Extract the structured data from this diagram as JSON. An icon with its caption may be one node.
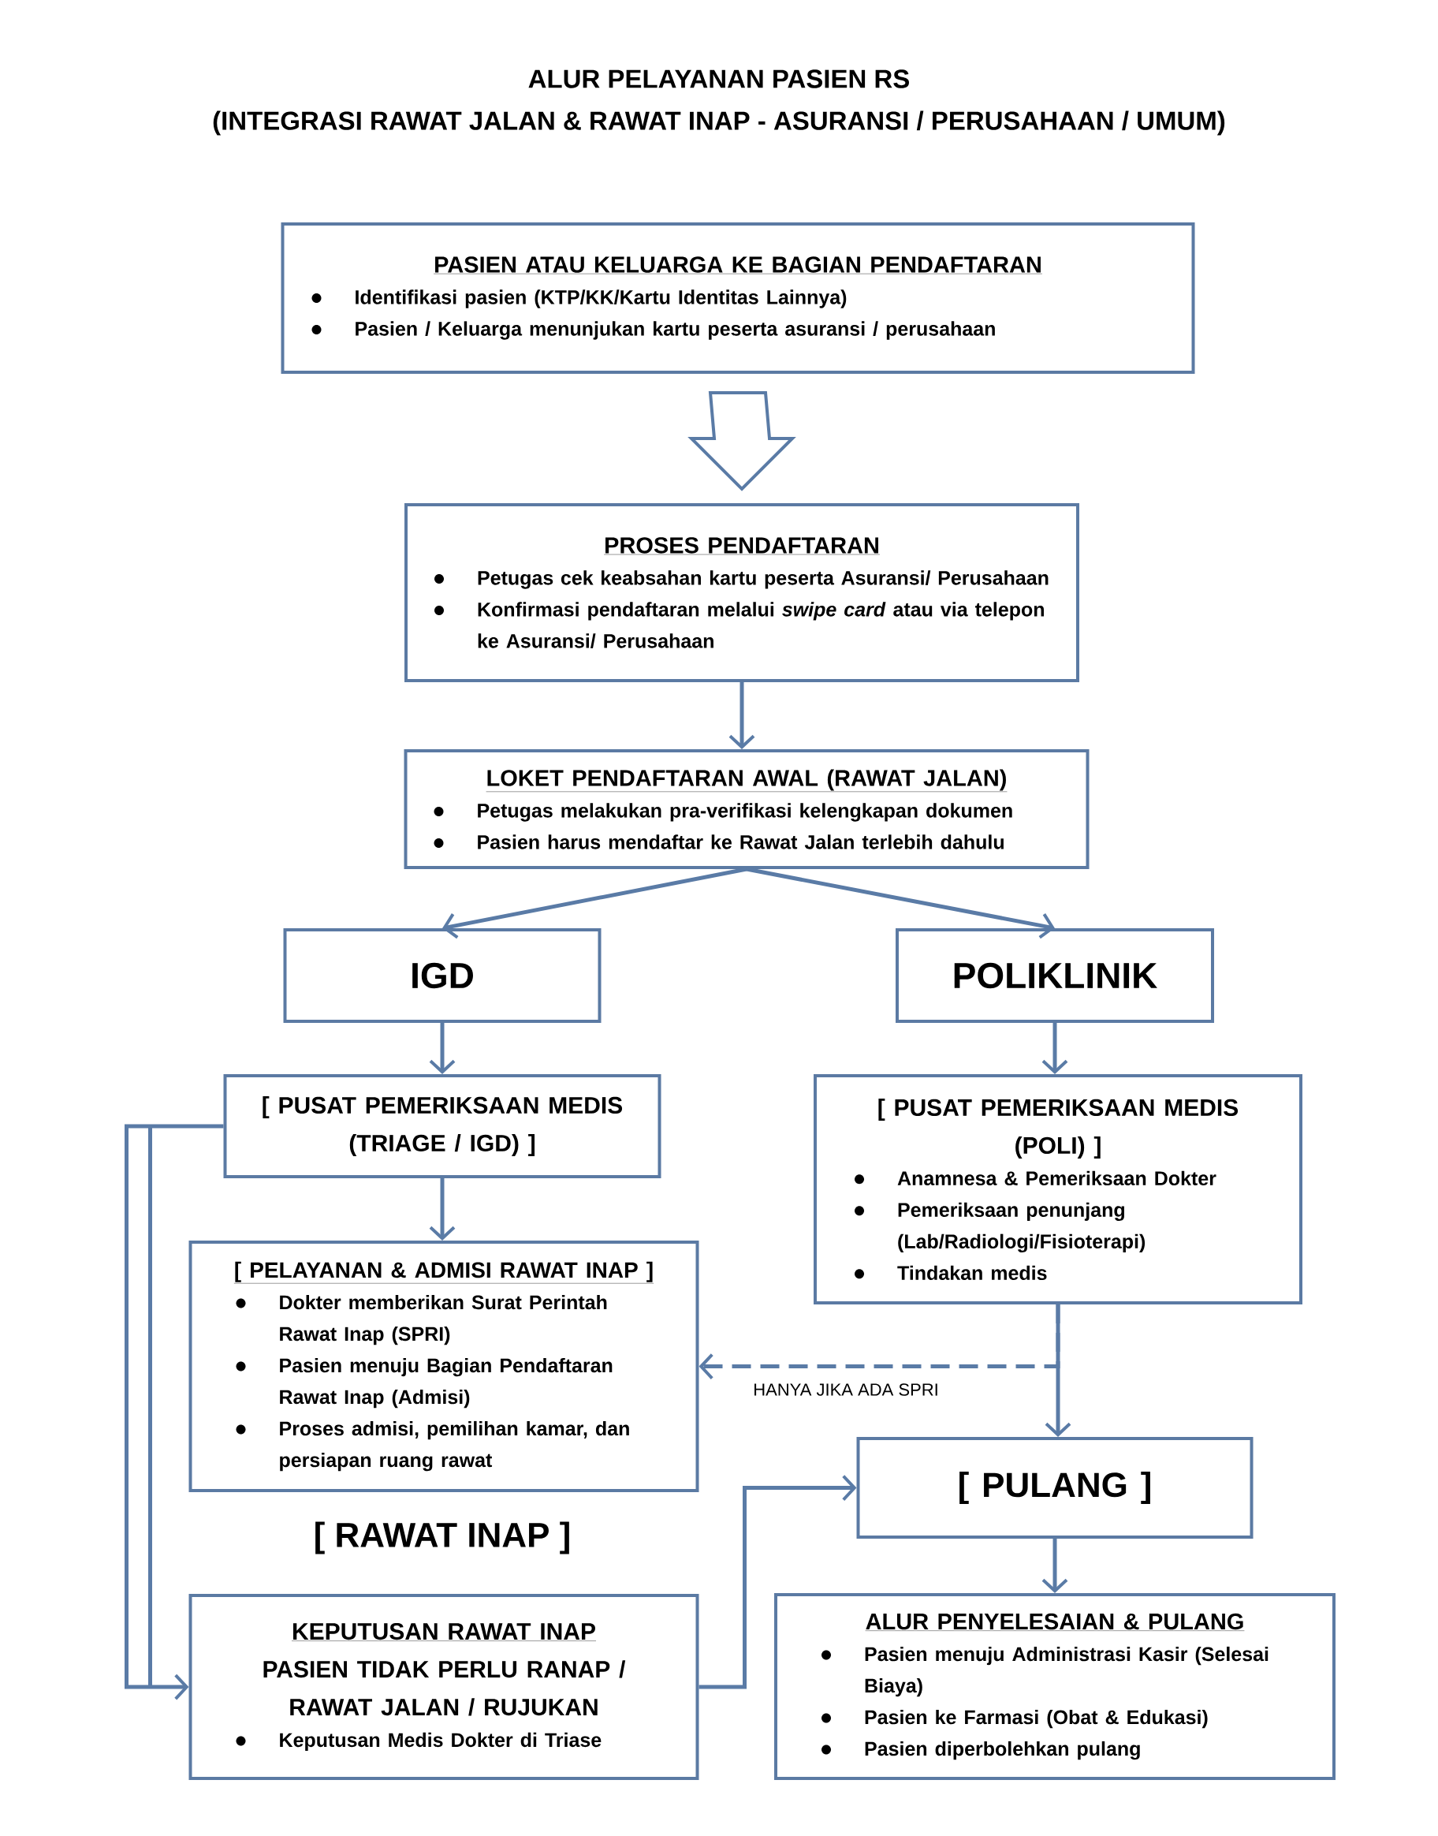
{
  "diagram": {
    "title": "ALUR PELAYANAN PASIEN RS",
    "nodes": [
      {
        "text": [
          "PASIEN ATAU KELUARGA KE BAGIAN PENDAFTARAN",
          "Identifikasi pasien (KTP/KK/Kartu Identitas Lainnya)",
          "Pasien / Keluarga menunjukan kartu peserta asuransi / perusahaan"
        ]
      },
      {
        "text": [
          "PROSES PENDAFTARAN",
          "Petugas cek keabsahan kartu peserta Asuransi/ Perusahaan",
          "Konfirmasi pendaftaran melalui *swipe card* atau via telepon ke Asuransi/ Perusahaan"
        ]
      },
      {
        "text": [
          "LOKET PENDAFTARAN AWAL (RAWAT JALAN)",
          "Petugas melakukan pra-verifikasi kelengkapan dokumen",
          "Pasien harus mendaftar ke Rawat Jalan terlebih dahulu"
        ]
      },
      {
        "text": [
          "IGD"
        ]
      },
      {
        "text": [
          "POLIKLINIK"
        ]
      },
      {
        "text": [
          "[ PUSAT PEMERIKSAAN MEDIS (TRIAGE / IGD) ]"
        ]
      },
      {
        "text": [
          "[ PUSAT PEMERIKSAAN MEDIS (POLI) ]",
          "Anamnesa & Pemeriksaan Dokter",
          "Pemeriksaan penunjang (Lab/Radiologi/Fisioterapi)",
          "Tindakan medis"
        ]
      },
      {
        "text": [
          "[ PELAYANAN & ADMISI RAWAT INAP ]",
          "Dokter memberikan Surat Perintah Rawat Inap (SPRI)",
          "Pasien menuju Bagian Pendaftaran Rawat Inap (Admisi)",
          "Proses admisi, pemilihan kamar, dan persiapan ruang rawat"
        ]
      },
      {
        "text": [
          "[ PULANG ]"
        ]
      },
      {
        "text": [
          "KEPUTUSAN RAWAT INAP",
          "PASIEN TIDAK PERLU RANAP / RAWAT JALAN / RUJUKAN",
          "Keputusan Medis Dokter di Triase"
        ]
      },
      {
        "text": [
          "ALUR PENYELESAIAN & PULANG",
          "Pasien menuju Administrasi Kasir (Selesai Biaya)",
          "Pasien ke Farmasi (Obat & Edukasi)",
          "Pasien diperbolehkan pulang"
        ]
      }
    ],
    "edges": [
      {
        "from": 0,
        "to": 1,
        "arrow": "to"
      },
      {
        "from": 1,
        "to": 2,
        "arrow": "to"
      },
      {
        "from": 2,
        "to": 3,
        "arrow": "to"
      },
      {
        "from": 2,
        "to": 4,
        "arrow": "to"
      },
      {
        "from": 3,
        "to": 5,
        "arrow": "to"
      },
      {
        "from": 4,
        "to": 6,
        "arrow": "to"
      },
      {
        "from": 5,
        "to": 7,
        "arrow": "to"
      },
      {
        "from": 5,
        "to": 9,
        "arrow": "to"
      },
      {
        "from": 6,
        "to": 7,
        "arrow": "to",
        "style": "dashed",
        "label": "HANYA JIKA ADA SPRI"
      },
      {
        "from": 6,
        "to": 8,
        "arrow": "to"
      },
      {
        "from": 9,
        "to": 8,
        "arrow": "to"
      },
      {
        "from": 8,
        "to": 10,
        "arrow": "to"
      }
    ],
    "labels": [
      "(INTEGRASI RAWAT JALAN & RAWAT INAP - ASURANSI / PERUSAHAAN / UMUM)",
      "[ RAWAT INAP ]"
    ]
  }
}
